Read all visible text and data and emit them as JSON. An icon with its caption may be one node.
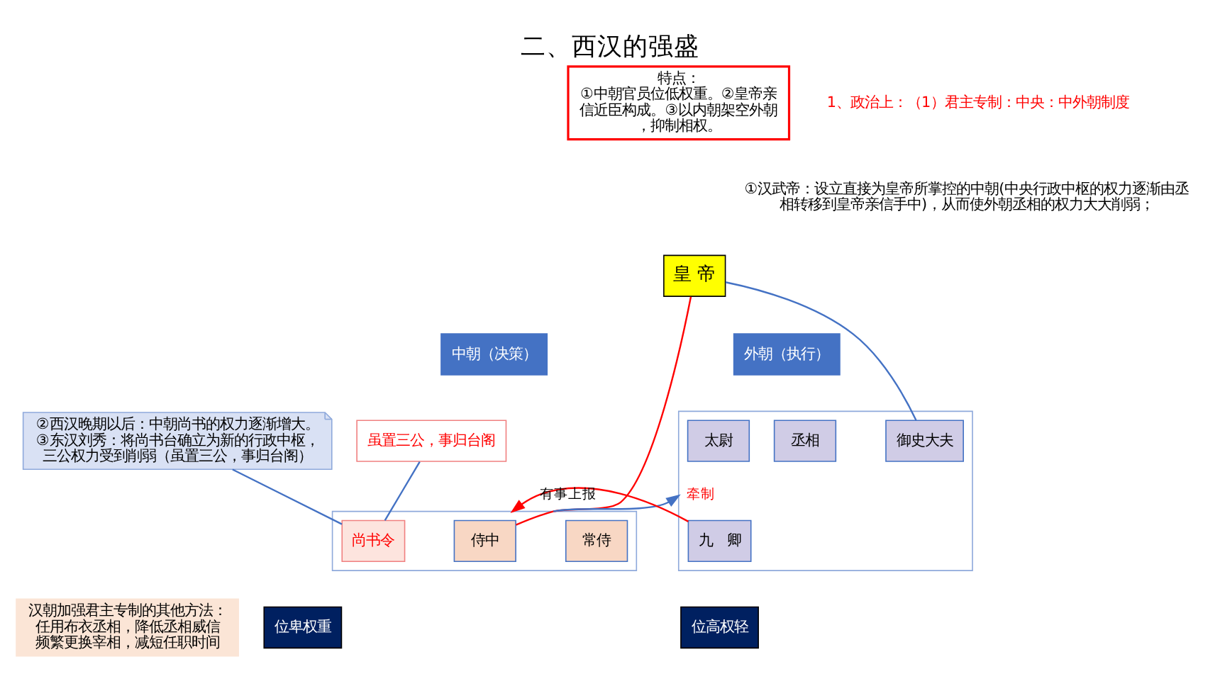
{
  "diagram": {
    "title": "二、西汉的强盛",
    "nodes": [
      {
        "text": [
          "特点：",
          "①中朝官员位低权重。②皇帝亲信近臣构成。③以内朝架空外朝，抑制相权。"
        ]
      },
      {
        "text": [
          "皇 帝"
        ]
      },
      {
        "text": [
          "中朝（决策）"
        ]
      },
      {
        "text": [
          "外朝（执行）"
        ]
      },
      {
        "text": [],
        "shape": "box"
      },
      {
        "text": [
          "尚书令"
        ],
        "in": 4
      },
      {
        "text": [
          "侍中"
        ],
        "in": 4
      },
      {
        "text": [
          "常侍"
        ],
        "in": 4
      },
      {
        "text": [],
        "shape": "box"
      },
      {
        "text": [
          "丞相"
        ],
        "in": 8
      },
      {
        "text": [
          "御史大夫"
        ],
        "in": 8
      },
      {
        "text": [
          "太尉"
        ],
        "in": 8
      },
      {
        "text": [
          "九　卿"
        ],
        "in": 8
      },
      {
        "text": [
          "②西汉晚期以后：中朝尚书的权力逐渐增大。",
          "③东汉刘秀：将尚书台确立为新的行政中枢，三公权力受到削弱（虽置三公，事归台阁）"
        ]
      },
      {
        "text": [
          "虽置三公，事归台阁"
        ]
      },
      {
        "text": [
          "汉朝加强君主专制的其他方法：",
          "任用布衣丞相，降低丞相威信",
          "频繁更换宰相，减短任职时间"
        ]
      },
      {
        "text": [
          "位卑权重"
        ]
      },
      {
        "text": [
          "位高权轻"
        ]
      }
    ],
    "edges": [
      {
        "from": 1,
        "to": 6,
        "arrow": "none",
        "color": "#ff0000"
      },
      {
        "from": 1,
        "to": 10,
        "arrow": "none"
      },
      {
        "from": 12,
        "to": 4,
        "arrow": "to",
        "label": "有事上报",
        "color": "#ff0000"
      },
      {
        "from": 4,
        "to": 8,
        "arrow": "to",
        "label": "牵制"
      },
      {
        "from": 13,
        "to": 5,
        "arrow": "none"
      },
      {
        "from": 14,
        "to": 5,
        "arrow": "none"
      }
    ],
    "labels": [
      "1、政治上：（1）君主专制：中央：中外朝制度",
      "①汉武帝：设立直接为皇帝所掌控的中朝(中央行政中枢的权力逐渐由丞相转移到皇帝亲信手中)，从而使外朝丞相的权力大大削弱；"
    ]
  }
}
